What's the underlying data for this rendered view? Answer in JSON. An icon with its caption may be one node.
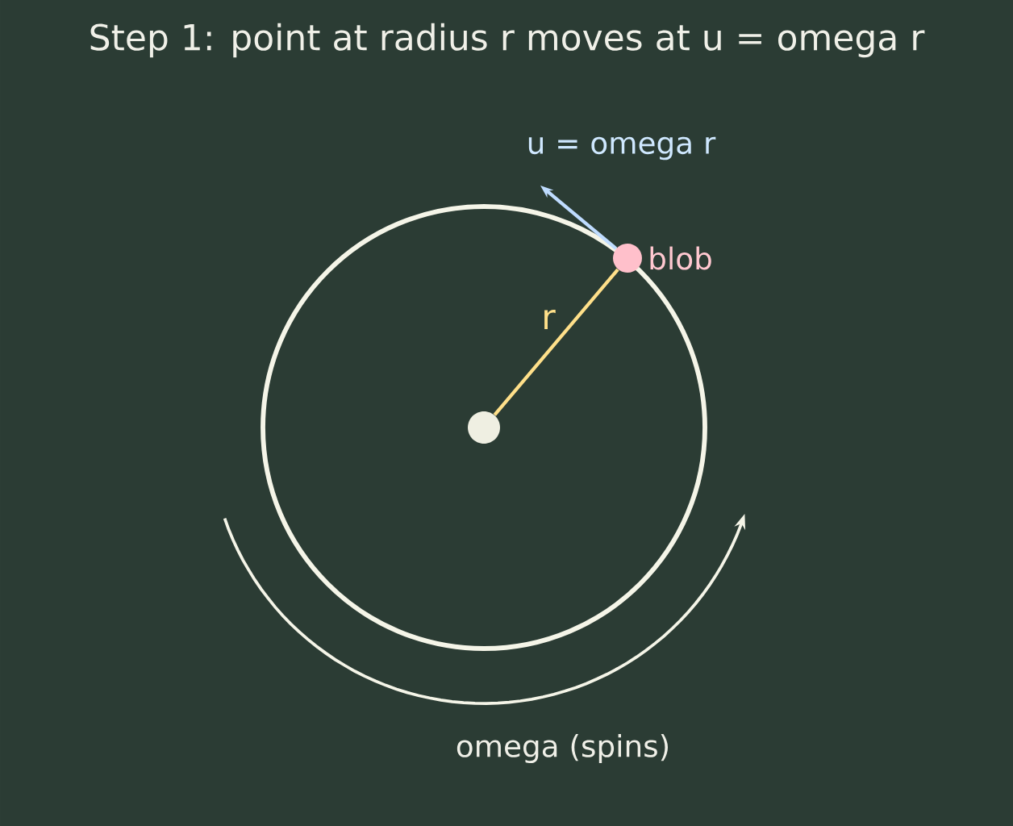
{
  "diagram": {
    "title": "Step 1: point at radius r moves at u = omega r",
    "nodes": [
      {
        "text": [],
        "shape": "circle"
      },
      {
        "text": [],
        "shape": "circle",
        "in": 0
      },
      {
        "text": [],
        "shape": "circle",
        "beside": [
          "blob"
        ]
      }
    ],
    "edges": [
      {
        "from": 1,
        "to": 2,
        "arrow": "none",
        "label": "r",
        "color": "#ffe08a"
      },
      {
        "from": 2,
        "to": null,
        "arrow": "to",
        "label": "u = omega r",
        "color": "#bfdcff"
      }
    ],
    "labels": [
      "omega (spins)"
    ]
  }
}
